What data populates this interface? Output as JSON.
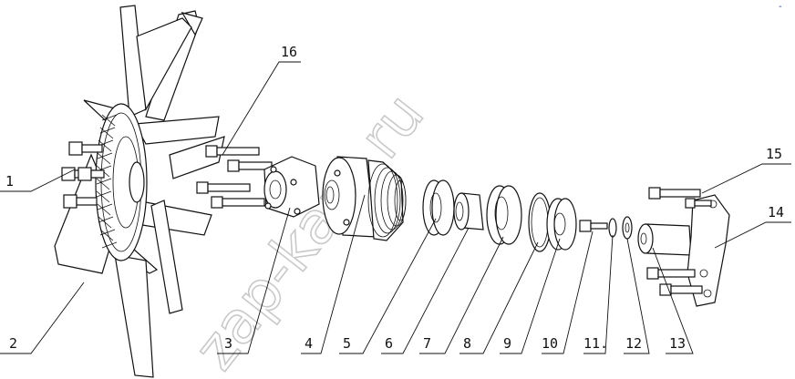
{
  "watermark": "zap-kam.ru",
  "corner_mark": "-",
  "callouts": [
    {
      "id": "1",
      "label": "1"
    },
    {
      "id": "2",
      "label": "2"
    },
    {
      "id": "3",
      "label": "3"
    },
    {
      "id": "4",
      "label": "4"
    },
    {
      "id": "5",
      "label": "5"
    },
    {
      "id": "6",
      "label": "6"
    },
    {
      "id": "7",
      "label": "7"
    },
    {
      "id": "8",
      "label": "8"
    },
    {
      "id": "9",
      "label": "9"
    },
    {
      "id": "10",
      "label": "10"
    },
    {
      "id": "11",
      "label": "11."
    },
    {
      "id": "12",
      "label": "12"
    },
    {
      "id": "13",
      "label": "13"
    },
    {
      "id": "14",
      "label": "14"
    },
    {
      "id": "15",
      "label": "15"
    },
    {
      "id": "16",
      "label": "16"
    }
  ]
}
